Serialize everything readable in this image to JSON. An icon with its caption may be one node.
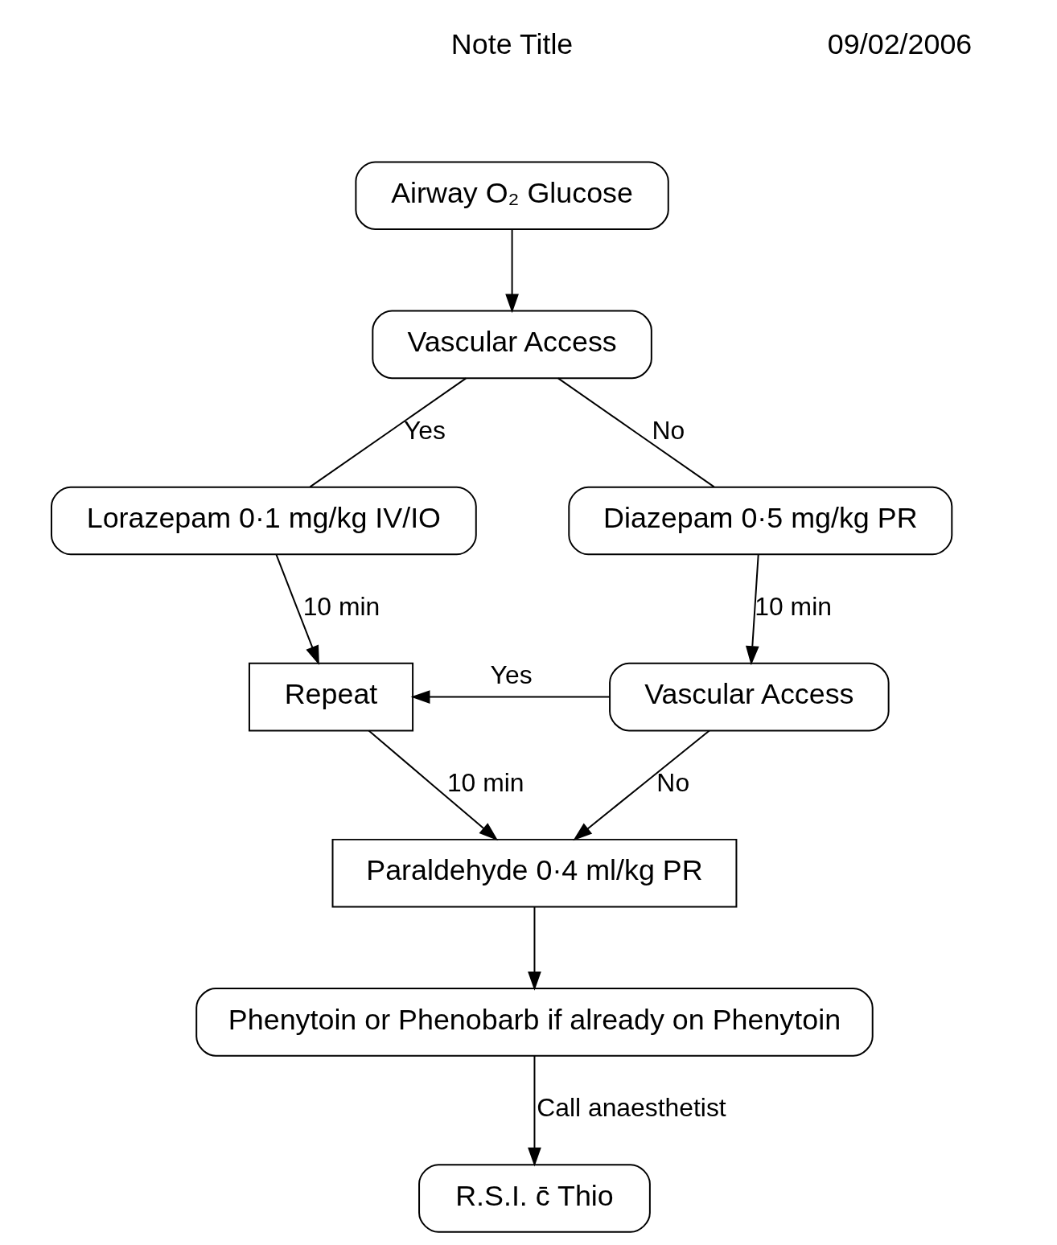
{
  "diagram": {
    "nodes": [
      {
        "text": [
          "Airway O₂ Glucose"
        ]
      },
      {
        "text": [
          "Vascular Access"
        ]
      },
      {
        "text": [
          "Lorazepam 0·1 mg/kg IV/IO"
        ]
      },
      {
        "text": [
          "Diazepam 0·5 mg/kg PR"
        ]
      },
      {
        "text": [
          "Repeat"
        ]
      },
      {
        "text": [
          "Vascular Access"
        ]
      },
      {
        "text": [
          "Paraldehyde 0·4 ml/kg PR"
        ]
      },
      {
        "text": [
          "Phenytoin or Phenobarb if already on Phenytoin"
        ]
      },
      {
        "text": [
          "R.S.I. c̄ Thio"
        ]
      }
    ],
    "edges": [
      {
        "from": 0,
        "to": 1,
        "arrow": "to"
      },
      {
        "from": 1,
        "to": 2,
        "arrow": "none",
        "label": "Yes"
      },
      {
        "from": 1,
        "to": 3,
        "arrow": "none",
        "label": "No"
      },
      {
        "from": 2,
        "to": 4,
        "arrow": "to",
        "label": "10 min"
      },
      {
        "from": 3,
        "to": 5,
        "arrow": "to",
        "label": "10 min"
      },
      {
        "from": 5,
        "to": 4,
        "arrow": "to",
        "label": "Yes"
      },
      {
        "from": 4,
        "to": 6,
        "arrow": "to",
        "label": "10 min"
      },
      {
        "from": 5,
        "to": 6,
        "arrow": "to",
        "label": "No"
      },
      {
        "from": 6,
        "to": 7,
        "arrow": "to"
      },
      {
        "from": 7,
        "to": 8,
        "arrow": "to",
        "label": "Call anaesthetist"
      }
    ],
    "labels": [
      "Note Title",
      "09/02/2006"
    ]
  }
}
